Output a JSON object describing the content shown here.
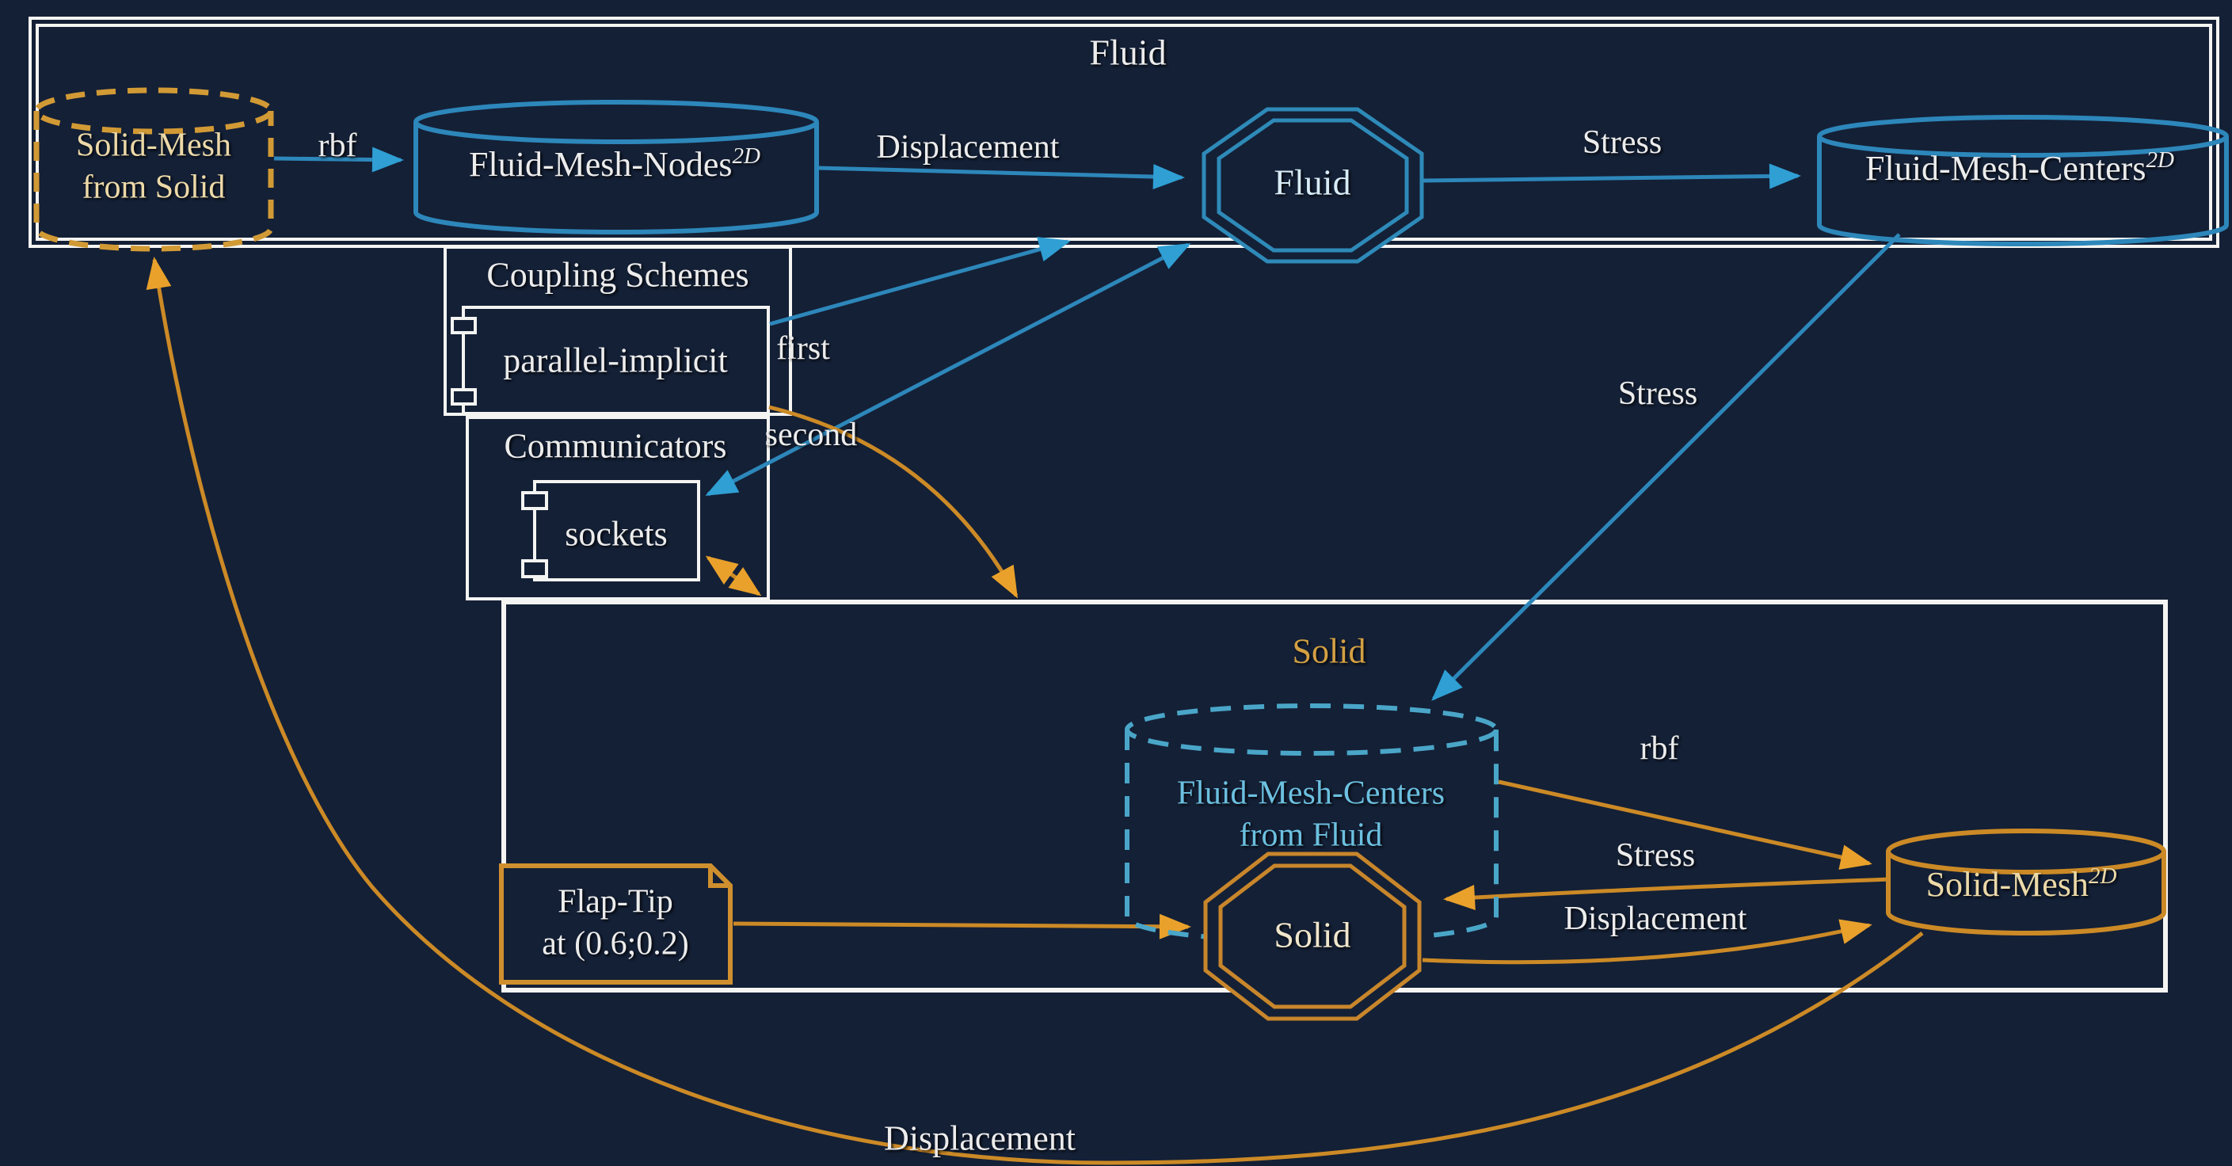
{
  "colors": {
    "background": "#142036",
    "box_border": "#f4f4f2",
    "fluid_blue": "#2d87ba",
    "fluid_blue_bright": "#2f9fd4",
    "fluid_blue_light": "#6cc0e0",
    "solid_orange": "#cc8a26",
    "solid_orange_bright": "#e9a12b",
    "cream_text": "#ecd9a8",
    "orange_title": "#d4a043",
    "white_text": "#ececec"
  },
  "diagram": {
    "fluid": {
      "title": "Fluid",
      "imported_mesh": {
        "line1": "Solid-Mesh",
        "line2": "from Solid"
      },
      "mesh_nodes": {
        "name": "Fluid-Mesh-Nodes",
        "sup": "2D"
      },
      "mesh_centers": {
        "name": "Fluid-Mesh-Centers",
        "sup": "2D"
      },
      "octagon_label": "Fluid",
      "edge_rbf": "rbf",
      "edge_displacement": "Displacement",
      "edge_stress": "Stress"
    },
    "coupling": {
      "title": "Coupling Schemes",
      "scheme": "parallel-implicit",
      "label_first": "first",
      "label_second": "second"
    },
    "communicators": {
      "title": "Communicators",
      "comm": "sockets"
    },
    "solid": {
      "title": "Solid",
      "imported_mesh": {
        "line1": "Fluid-Mesh-Centers",
        "line2": "from Fluid"
      },
      "solid_mesh": {
        "name": "Solid-Mesh",
        "sup": "2D"
      },
      "octagon_label": "Solid",
      "note": {
        "line1": "Flap-Tip",
        "line2": "at (0.6;0.2)"
      },
      "edge_rbf": "rbf",
      "edge_stress": "Stress",
      "edge_displacement": "Displacement"
    },
    "edge_stress_mid": "Stress",
    "edge_displacement_bottom": "Displacement"
  }
}
